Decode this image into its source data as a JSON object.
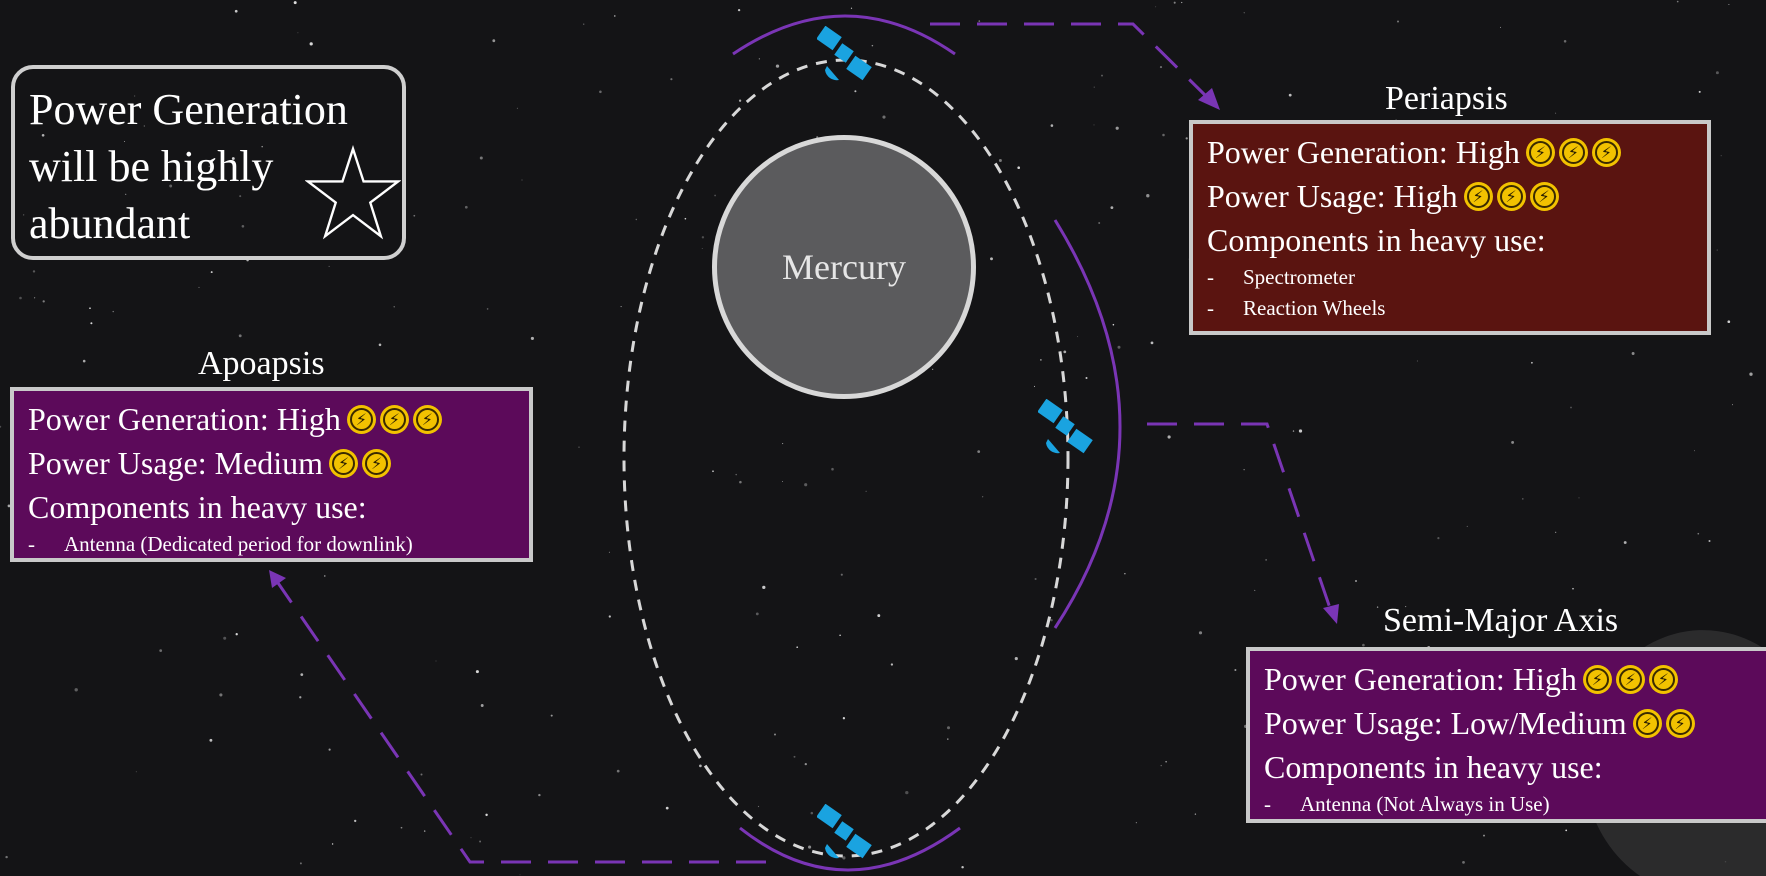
{
  "note": {
    "lines": [
      "Power Generation",
      "will be highly",
      "abundant"
    ],
    "icon": "star-outline-icon"
  },
  "planet": {
    "label": "Mercury"
  },
  "periapsis": {
    "title": "Periapsis",
    "generation_text": "Power Generation: High",
    "generation_level": 3,
    "usage_text": "Power Usage: High",
    "usage_level": 3,
    "components_label": "Components in heavy use:",
    "components": [
      "Spectrometer",
      "Reaction Wheels"
    ],
    "bullet": "-",
    "background": "#5a1410"
  },
  "apoapsis": {
    "title": "Apoapsis",
    "generation_text": "Power Generation: High",
    "generation_level": 3,
    "usage_text": "Power Usage: Medium",
    "usage_level": 2,
    "components_label": "Components in heavy use:",
    "components": [
      "Antenna (Dedicated period for downlink)"
    ],
    "bullet": "-",
    "background": "#5c0a5a"
  },
  "semi_major_axis": {
    "title": "Semi-Major Axis",
    "generation_text": "Power Generation: High",
    "generation_level": 3,
    "usage_text": "Power Usage: Low/Medium",
    "usage_level": 2,
    "components_label": "Components in heavy use:",
    "components": [
      "Antenna (Not Always in Use)"
    ],
    "bullet": "-",
    "background": "#5c0a5a"
  },
  "colors": {
    "connector": "#7a35b5",
    "orbit": "#d8d8d8",
    "satellite": "#1aa3e0",
    "power_icon": "#f2c200"
  },
  "icons": {
    "satellite": "satellite-icon",
    "power": "power-bolt-icon"
  }
}
